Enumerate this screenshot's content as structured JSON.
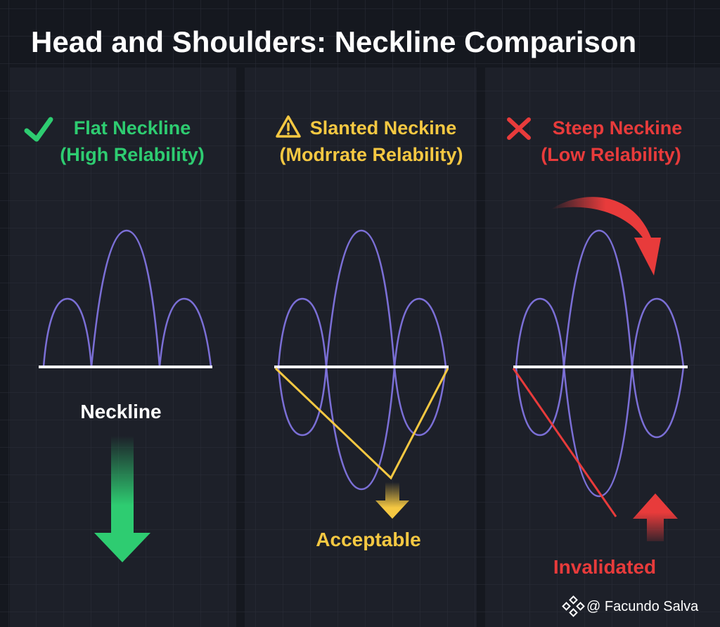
{
  "title": "Head and Shoulders: Neckline Comparison",
  "colors": {
    "background": "#15181f",
    "panel": "#1d2029",
    "grid": "#2a2e39",
    "pattern_line": "#7b6fd6",
    "neckline": "#ffffff",
    "green": "#2ecc71",
    "yellow": "#f5c842",
    "red": "#e83b3b"
  },
  "panels": [
    {
      "id": "flat",
      "status_icon": "checkmark-icon",
      "heading_line1": "Flat Neckline",
      "heading_line2": "(High Relability)",
      "accent": "#2ecc71",
      "label": "Neckline",
      "label_color": "#ffffff",
      "arrow_icon": "down-arrow-icon"
    },
    {
      "id": "slanted",
      "status_icon": "warning-triangle-icon",
      "heading_line1": "Slanted Neckine",
      "heading_line2": "(Modrrate Relability)",
      "accent": "#f5c842",
      "label": "Acceptable",
      "label_color": "#f5c842",
      "arrow_icon": "down-arrow-icon"
    },
    {
      "id": "steep",
      "status_icon": "x-mark-icon",
      "heading_line1": "Steep Neckine",
      "heading_line2": "(Low Relability)",
      "accent": "#e83b3b",
      "label": "Invalidated",
      "label_color": "#e83b3b",
      "arrow_icon": "up-arrow-icon",
      "extra_icon": "curved-arrow-icon"
    }
  ],
  "credit": {
    "logo_icon": "binance-logo-icon",
    "text": "@ Facundo Salva"
  }
}
